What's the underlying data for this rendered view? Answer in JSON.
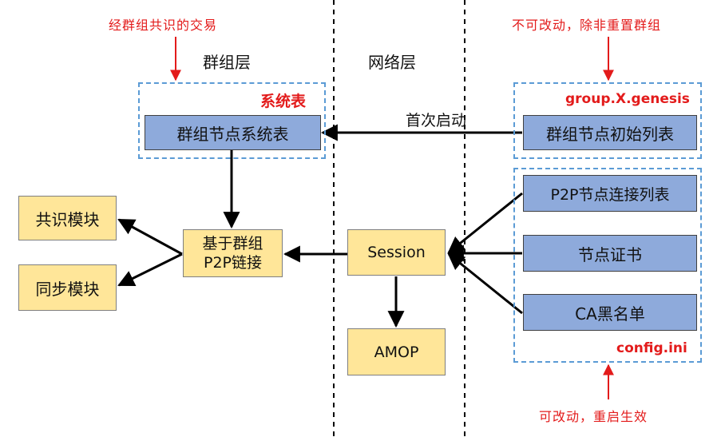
{
  "annotations": {
    "top_left": "经群组共识的交易",
    "top_right": "不可改动，除非重置群组",
    "bottom_right": "可改动，重启生效"
  },
  "layers": {
    "group": "群组层",
    "network": "网络层"
  },
  "groups": {
    "system_table": "系统表",
    "genesis": "group.X.genesis",
    "config": "config.ini"
  },
  "nodes": {
    "group_node_system_table": "群组节点系统表",
    "group_node_initial_list": "群组节点初始列表",
    "consensus_module": "共识模块",
    "sync_module": "同步模块",
    "group_p2p_link_line1": "基于群组",
    "group_p2p_link_line2": "P2P链接",
    "session": "Session",
    "amop": "AMOP",
    "p2p_connection_list": "P2P节点连接列表",
    "node_certificate": "节点证书",
    "ca_blacklist": "CA黑名单"
  },
  "edges": {
    "first_start": "首次启动"
  },
  "colors": {
    "yellow_box": "#ffe699",
    "blue_box": "#8eaadb",
    "dashed_border": "#5b9bd5",
    "annotation_red": "#e31b1b"
  }
}
